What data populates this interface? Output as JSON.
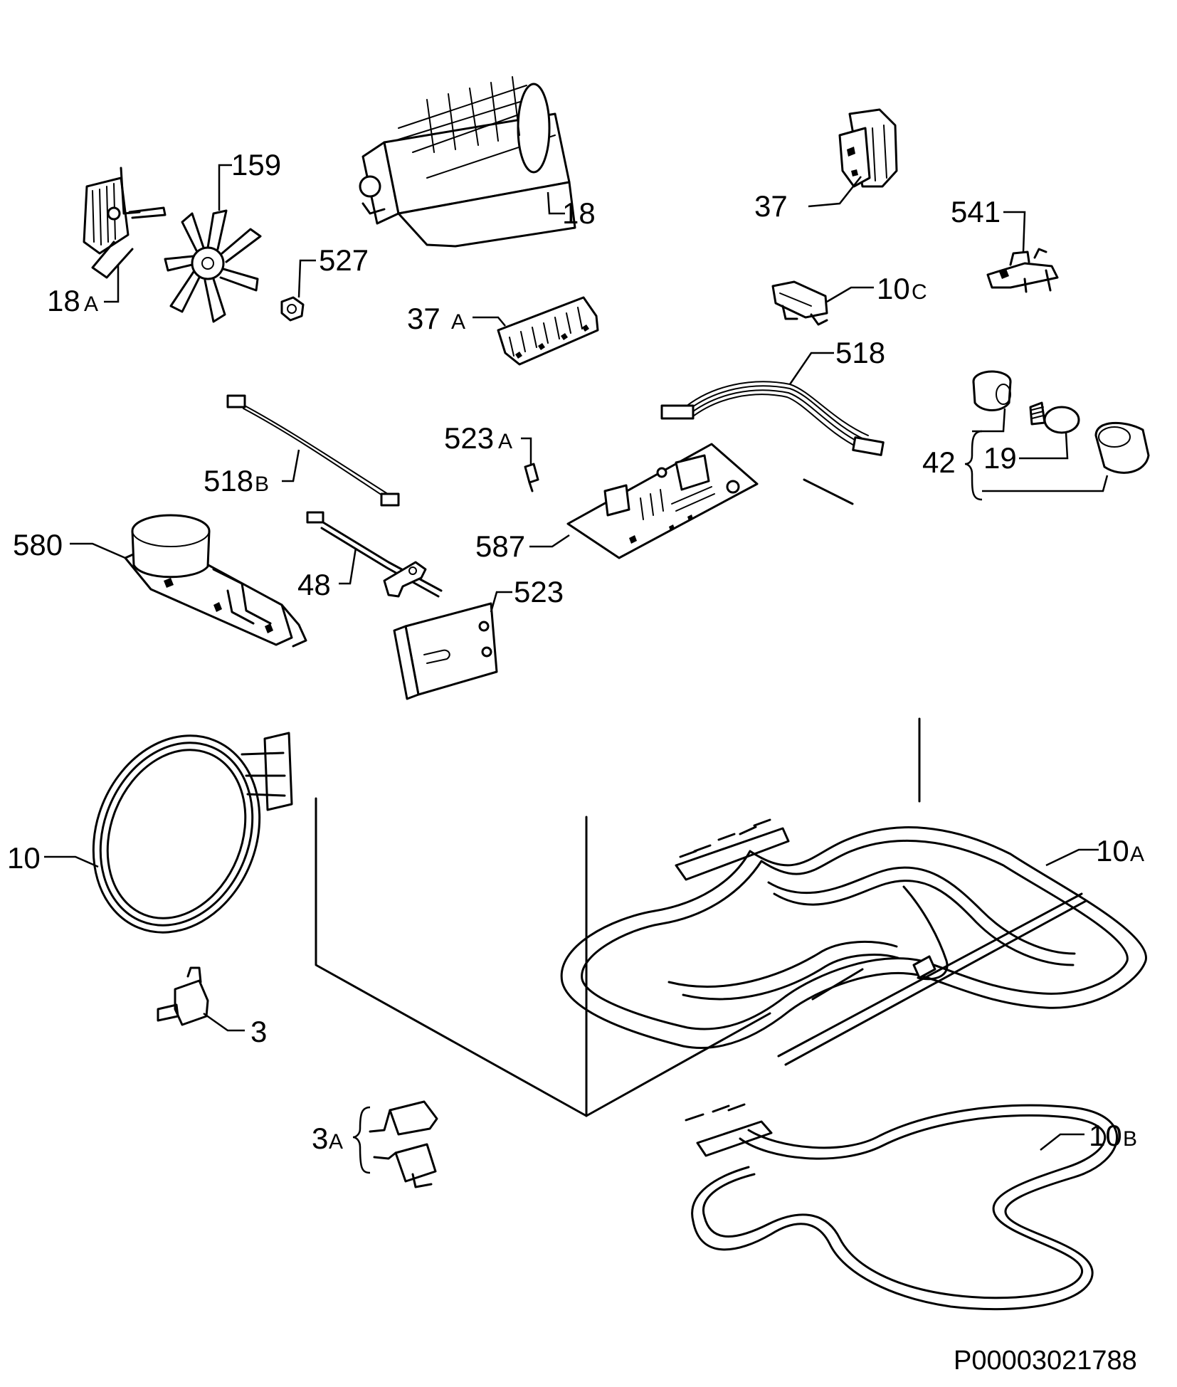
{
  "diagram": {
    "code": "P00003021788",
    "labels": {
      "l18a": "18",
      "l18a_suffix": "A",
      "l159": "159",
      "l18": "18",
      "l527": "527",
      "l37a": "37",
      "l37a_suffix": "A",
      "l37": "37",
      "l541": "541",
      "l10c": "10",
      "l10c_suffix": "C",
      "l518": "518",
      "l518b": "518",
      "l518b_suffix": "B",
      "l523a": "523",
      "l523a_suffix": "A",
      "l42": "42",
      "l19": "19",
      "l580": "580",
      "l587": "587",
      "l48": "48",
      "l523": "523",
      "l10": "10",
      "l10a": "10",
      "l10a_suffix": "A",
      "l3": "3",
      "l3a": "3",
      "l3a_suffix": "A",
      "l10b": "10",
      "l10b_suffix": "B"
    }
  }
}
